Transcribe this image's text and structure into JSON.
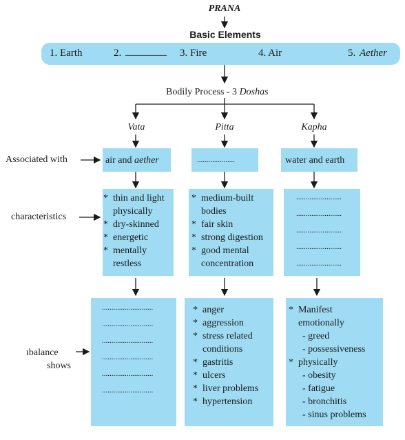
{
  "title": "PRANA",
  "basic_elements": {
    "heading": "Basic Elements",
    "items": [
      "1. Earth",
      "2.",
      "________",
      "3. Fire",
      "4. Air",
      "5.",
      "Aether"
    ]
  },
  "bodily_process": {
    "prefix": "Bodily Process - 3 ",
    "doshas_word": "Doshas"
  },
  "doshas": [
    "Vata",
    "Pitta",
    "Kapha"
  ],
  "row_labels": {
    "associated": "Associated with",
    "characteristics": "characteristics",
    "imbalance_line1": "ɪbalance",
    "imbalance_line2": "shows"
  },
  "associated": {
    "vata_prefix": "air and ",
    "vata_italic": "aether",
    "pitta": "....................",
    "kapha": "water and earth"
  },
  "characteristics": {
    "vata": [
      "thin and light",
      "physically",
      "dry-skinned",
      "energetic",
      "mentally",
      "restless"
    ],
    "pitta": [
      "medium-built",
      "bodies",
      "fair skin",
      "strong digestion",
      "good mental",
      "concentration"
    ],
    "kapha": [
      "........................",
      "........................",
      "........................",
      "........................",
      "........................"
    ]
  },
  "imbalance": {
    "vata": [
      "...........................",
      "...........................",
      "...........................",
      "...........................",
      "...........................",
      "..........................."
    ],
    "pitta": [
      "anger",
      "aggression",
      "stress related",
      "conditions",
      "gastritis",
      "ulcers",
      "liver problems",
      "hypertension"
    ],
    "kapha": [
      "Manifest",
      "emotionally",
      "- greed",
      "- possessiveness",
      "physically",
      "- obesity",
      "- fatigue",
      "- bronchitis",
      "- sinus problems"
    ]
  },
  "colors": {
    "box_fill": "#9fdcf3",
    "line": "#1a1a1a"
  }
}
